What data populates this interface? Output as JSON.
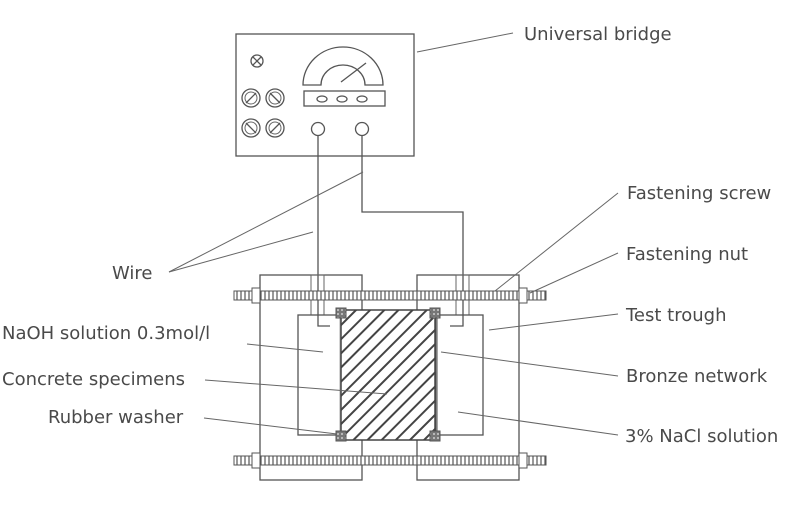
{
  "title": "Universal bridge electrical test apparatus",
  "labels": {
    "universal_bridge": "Universal bridge",
    "fastening_screw": "Fastening screw",
    "fastening_nut": "Fastening nut",
    "test_trough": "Test trough",
    "bronze_network": "Bronze network",
    "nacl_solution": "3% NaCl solution",
    "wire": "Wire",
    "naoh_solution": "NaOH solution 0.3mol/l",
    "concrete_specimens": "Concrete specimens",
    "rubber_washer": "Rubber washer"
  },
  "colors": {
    "line": "#555555",
    "text": "#4a4a4a",
    "washer": "#666666"
  }
}
